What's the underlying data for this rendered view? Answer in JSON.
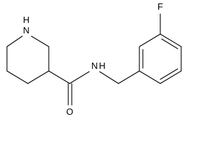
{
  "molecule": {
    "type": "skeletal-formula",
    "atoms": {
      "ring_nitrogen": {
        "element": "N",
        "hydrogens": 1,
        "label": "N",
        "sub_label": "H"
      },
      "amide_nitrogen": {
        "element": "N",
        "hydrogens": 1,
        "label": "N",
        "sub_label": "H"
      },
      "carbonyl_oxygen": {
        "element": "O",
        "label": "O"
      },
      "fluorine": {
        "element": "F",
        "label": "F"
      }
    },
    "rings": [
      {
        "name": "piperidine",
        "size": 6,
        "aromatic": false
      },
      {
        "name": "benzene",
        "size": 6,
        "aromatic": true,
        "substituent": "F"
      }
    ],
    "colors": {
      "bond": "#000000",
      "label": "#000000",
      "background": "#ffffff"
    }
  }
}
